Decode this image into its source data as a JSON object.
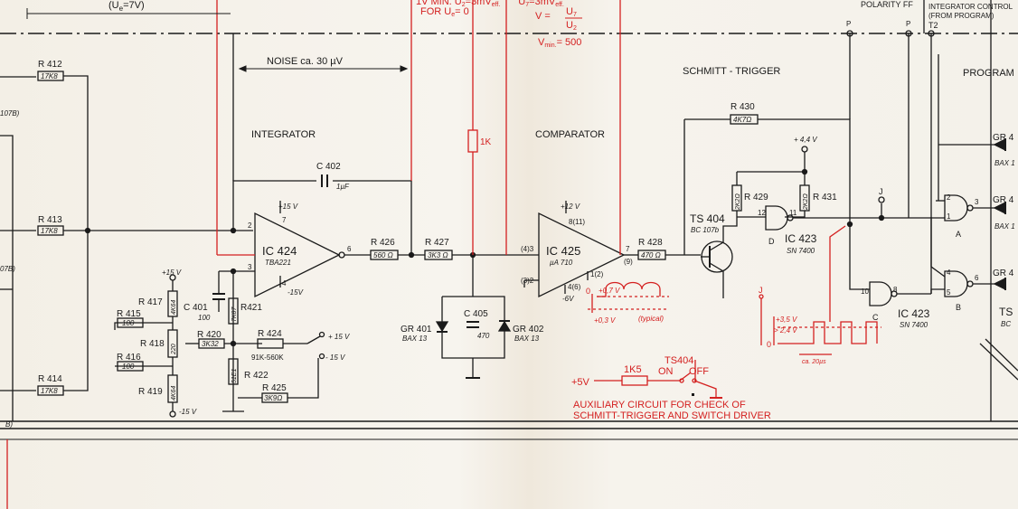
{
  "header": {
    "ue_note": "(U",
    "ue_sub": "e",
    "ue_val": "=7V)",
    "for_ue": "FOR U",
    "for_ue_sub": "e",
    "for_ue_val": "= 0",
    "v_eq": "V =",
    "v_num": "U",
    "v_num_sub": "7",
    "v_den": "U",
    "v_den_sub": "2",
    "vmin": "V",
    "vmin_sub": "min.",
    "vmin_val": "= 500",
    "top_red_a": "1V MIN. U",
    "top_red_b": "2",
    "top_red_c": "=3mV",
    "top_red_d": "eff.",
    "top_red_e": "U",
    "top_red_f": "7",
    "top_red_g": "=3mV",
    "top_red_h": "eff.",
    "polarity_ff": "POLARITY FF",
    "integrator_ctrl": "INTEGRATOR CONTROL",
    "from_program": "(FROM PROGRAM)",
    "p1": "P",
    "p2": "P",
    "t2": "T2"
  },
  "sections": {
    "noise": "NOISE ca. 30 µV",
    "integrator": "INTEGRATOR",
    "comparator": "COMPARATOR",
    "schmitt": "SCHMITT - TRIGGER",
    "program": "PROGRAM"
  },
  "resistors": {
    "r412": {
      "name": "R 412",
      "value": "17K8"
    },
    "r413": {
      "name": "R 413",
      "value": "17K8"
    },
    "r414": {
      "name": "R 414",
      "value": "17K8"
    },
    "r415": {
      "name": "R 415",
      "value": "100"
    },
    "r416": {
      "name": "R 416",
      "value": "100"
    },
    "r417": {
      "name": "R 417",
      "value": "4K64"
    },
    "r418": {
      "name": "R 418",
      "value": "220"
    },
    "r419": {
      "name": "R 419",
      "value": "4K64"
    },
    "r420": {
      "name": "R 420",
      "value": "3K32"
    },
    "r421": {
      "name": "R421",
      "value": "7K87"
    },
    "r422": {
      "name": "R 422",
      "value": "51E1"
    },
    "r424": {
      "name": "R 424",
      "value": "91K-560K"
    },
    "r425": {
      "name": "R 425",
      "value": "3K9Ω"
    },
    "r426": {
      "name": "R 426",
      "value": "560 Ω"
    },
    "r427": {
      "name": "R 427",
      "value": "3K3 Ω"
    },
    "r428": {
      "name": "R 428",
      "value": "470 Ω"
    },
    "r429": {
      "name": "R 429",
      "value": "2K2Ω"
    },
    "r430": {
      "name": "R 430",
      "value": "4K7Ω"
    },
    "r431": {
      "name": "R 431",
      "value": "2K2Ω"
    },
    "r1k": {
      "value": "1K"
    },
    "r1k5": {
      "value": "1K5"
    }
  },
  "capacitors": {
    "c401": {
      "name": "C 401",
      "value": "100"
    },
    "c402": {
      "name": "C 402",
      "value": "1µF"
    },
    "c405": {
      "name": "C 405",
      "value": "470"
    }
  },
  "ics": {
    "ic424": {
      "name": "IC 424",
      "type": "TBA221",
      "vpos": "+15 V",
      "vneg": "-15V",
      "pin_in_neg": "2",
      "pin_in_pos": "3",
      "pin_out": "6",
      "pin_vp": "7",
      "pin_vn": "4"
    },
    "ic425": {
      "name": "IC 425",
      "type": "µA 710",
      "vpos": "+12 V",
      "vneg": "-6V",
      "pin_in_neg": "(4)3",
      "pin_in_pos": "(3)2",
      "pin_out": "7",
      "pin_out2": "(9)",
      "pin_vp": "8(11)",
      "pin_vn": "4(6)",
      "pin_gnd": "1(2)"
    },
    "ic423a": {
      "name": "IC 423",
      "type": "SN 7400",
      "pin_a": "12",
      "pin_b": "11",
      "gate": "D"
    },
    "ic423b": {
      "name": "IC 423",
      "type": "SN 7400",
      "pin_a": "10",
      "pin_b": "8",
      "gate": "C"
    },
    "gate_a": {
      "gate": "A",
      "p1": "2",
      "p2": "1",
      "out": "3"
    },
    "gate_b": {
      "gate": "B",
      "p1": "4",
      "p2": "5",
      "out": "6"
    }
  },
  "diodes": {
    "gr401": {
      "name": "GR 401",
      "type": "BAX 13"
    },
    "gr402": {
      "name": "GR 402",
      "type": "BAX 13"
    },
    "gr_a": {
      "name": "GR 4",
      "type": "BAX 1"
    },
    "gr_b": {
      "name": "GR 4",
      "type": "BAX 1"
    },
    "gr_c": {
      "name": "GR 4"
    }
  },
  "transistor": {
    "name": "TS 404",
    "type": "BC 107b"
  },
  "misc": {
    "plus15": "+15 V",
    "minus15": "-15 V",
    "plus15b": "+ 15 V",
    "minus15b": "- 15 V",
    "plus44": "+ 4,4 V",
    "j1": "J",
    "j2": "J",
    "ts_right": "TS",
    "ts_right_sub": "BC",
    "side_107b": "107B)",
    "side_07b": "07B)",
    "side_b": "B)"
  },
  "waveforms": {
    "comparator_hi": "+0,7 V",
    "comparator_lo": "+0,3 V",
    "typical": "(typical)",
    "zero": "0",
    "zero2": "0",
    "v35": "+3,5 V",
    "v24": "> 2,4 V",
    "period": "ca. 20µs"
  },
  "aux_circuit": {
    "supply": "+5V",
    "resistor": "1K5",
    "ts404": "TS404",
    "on": "ON",
    "off": "OFF",
    "caption_line1": "AUXILIARY CIRCUIT FOR CHECK OF",
    "caption_line2": "SCHMITT-TRIGGER AND SWITCH DRIVER"
  },
  "colors": {
    "ink": "#1a1a1a",
    "red": "#d42020",
    "paper": "#f6f3ec"
  }
}
